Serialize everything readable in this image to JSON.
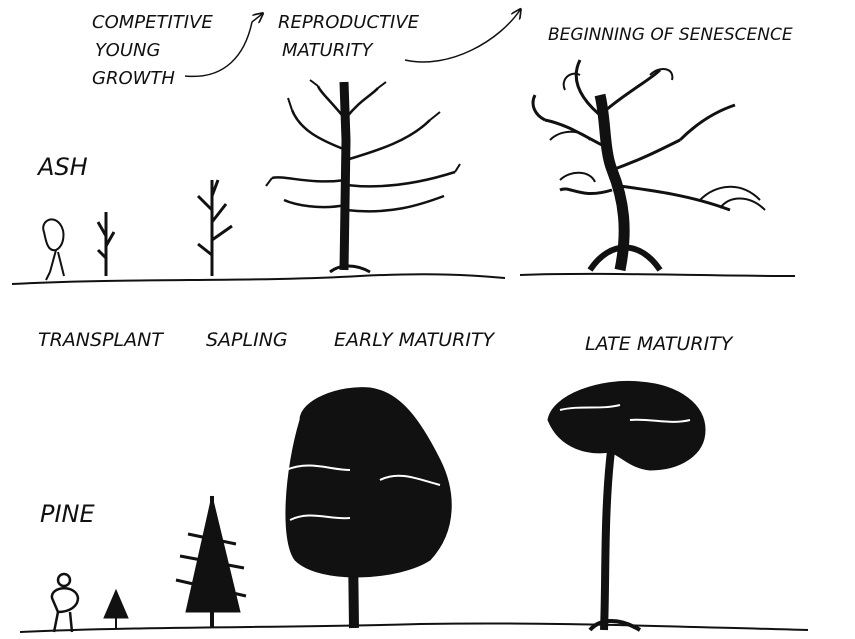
{
  "stages_top": {
    "competitive_young_growth": [
      "COMPETITIVE",
      "YOUNG",
      "GROWTH"
    ],
    "reproductive_maturity": [
      "REPRODUCTIVE",
      "MATURITY"
    ],
    "beginning_of_senescence": "BEGINNING OF SENESCENCE"
  },
  "species": {
    "ash": "ASH",
    "pine": "PINE"
  },
  "stages_middle": {
    "transplant": "TRANSPLANT",
    "sapling": "SAPLING",
    "early_maturity": "EARLY MATURITY",
    "late_maturity": "LATE MATURITY"
  },
  "colors": {
    "ink": "#111111",
    "background": "#ffffff"
  }
}
